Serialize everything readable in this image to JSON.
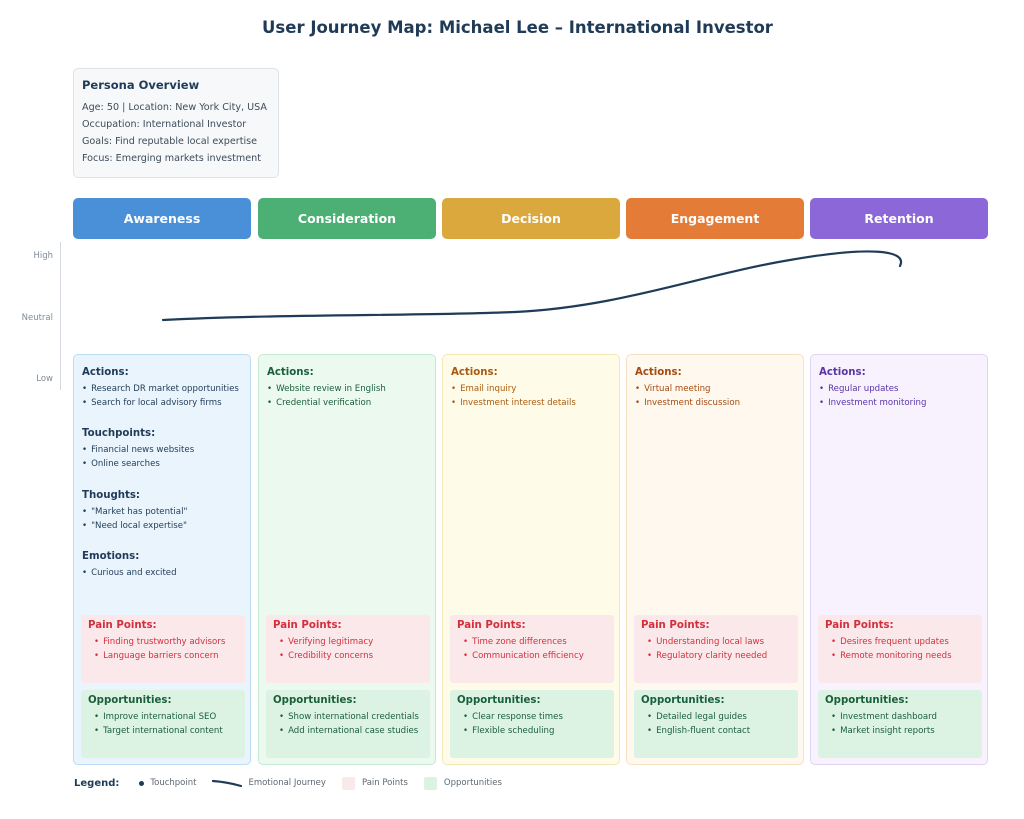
{
  "title": "User Journey Map: Michael Lee – International Investor",
  "persona": {
    "heading": "Persona Overview",
    "lines": [
      "Age: 50 | Location: New York City, USA",
      "Occupation: International Investor",
      "Goals: Find reputable local expertise",
      "Focus: Emerging markets investment"
    ]
  },
  "emotion_axis": {
    "high": "High",
    "neutral": "Neutral",
    "low": "Low"
  },
  "stages": [
    {
      "name": "Awareness",
      "color": "#4a90d9",
      "actions": {
        "label": "Actions:",
        "items": [
          "Research DR market opportunities",
          "Search for local advisory firms"
        ]
      },
      "touchpoints": {
        "label": "Touchpoints:",
        "items": [
          "Financial news websites",
          "Online searches"
        ]
      },
      "thoughts": {
        "label": "Thoughts:",
        "items": [
          "\"Market has potential\"",
          "\"Need local expertise\""
        ]
      },
      "emotions": {
        "label": "Emotions:",
        "items": [
          "Curious and excited"
        ]
      },
      "pain_points": {
        "label": "Pain Points:",
        "items": [
          "Finding trustworthy advisors",
          "Language barriers concern"
        ]
      },
      "opportunities": {
        "label": "Opportunities:",
        "items": [
          "Improve international SEO",
          "Target international content"
        ]
      }
    },
    {
      "name": "Consideration",
      "color": "#4caf74",
      "actions": {
        "label": "Actions:",
        "items": [
          "Website review in English",
          "Credential verification"
        ]
      },
      "pain_points": {
        "label": "Pain Points:",
        "items": [
          "Verifying legitimacy",
          "Credibility concerns"
        ]
      },
      "opportunities": {
        "label": "Opportunities:",
        "items": [
          "Show international credentials",
          "Add international case studies"
        ]
      }
    },
    {
      "name": "Decision",
      "color": "#dba83e",
      "actions": {
        "label": "Actions:",
        "items": [
          "Email inquiry",
          "Investment interest details"
        ]
      },
      "pain_points": {
        "label": "Pain Points:",
        "items": [
          "Time zone differences",
          "Communication efficiency"
        ]
      },
      "opportunities": {
        "label": "Opportunities:",
        "items": [
          "Clear response times",
          "Flexible scheduling"
        ]
      }
    },
    {
      "name": "Engagement",
      "color": "#e47c38",
      "actions": {
        "label": "Actions:",
        "items": [
          "Virtual meeting",
          "Investment discussion"
        ]
      },
      "pain_points": {
        "label": "Pain Points:",
        "items": [
          "Understanding local laws",
          "Regulatory clarity needed"
        ]
      },
      "opportunities": {
        "label": "Opportunities:",
        "items": [
          "Detailed legal guides",
          "English-fluent contact"
        ]
      }
    },
    {
      "name": "Retention",
      "color": "#8c67d8",
      "actions": {
        "label": "Actions:",
        "items": [
          "Regular updates",
          "Investment monitoring"
        ]
      },
      "pain_points": {
        "label": "Pain Points:",
        "items": [
          "Desires frequent updates",
          "Remote monitoring needs"
        ]
      },
      "opportunities": {
        "label": "Opportunities:",
        "items": [
          "Investment dashboard",
          "Market insight reports"
        ]
      }
    }
  ],
  "column_themes": [
    {
      "bg": "#eaf4fc",
      "border": "#bcdcf3",
      "heading": "#1f3b57",
      "text": "#1f3b57"
    },
    {
      "bg": "#ebf9ef",
      "border": "#c4ebd2",
      "heading": "#1b5e3b",
      "text": "#1b5e3b"
    },
    {
      "bg": "#fffbe9",
      "border": "#f3e7b8",
      "heading": "#a85b10",
      "text": "#a85b10"
    },
    {
      "bg": "#fef8ee",
      "border": "#f7e1c3",
      "heading": "#a64b12",
      "text": "#a64b12"
    },
    {
      "bg": "#f7f2fd",
      "border": "#e1d3f6",
      "heading": "#5b34a8",
      "text": "#5b34a8"
    }
  ],
  "emotional_journey": {
    "color": "#1f3b57"
  },
  "legend": {
    "title": "Legend:",
    "touchpoint": "Touchpoint",
    "emotional_journey": "Emotional Journey",
    "pain_points": "Pain Points",
    "opportunities": "Opportunities",
    "pain_color": "#fbe8ea",
    "opp_color": "#dcf3e4"
  }
}
